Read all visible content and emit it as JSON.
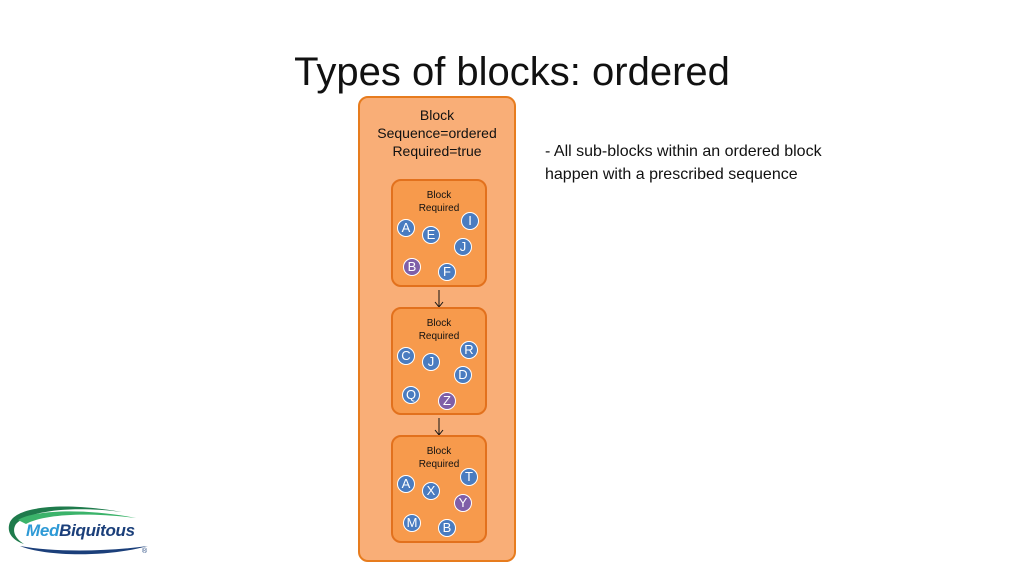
{
  "slide": {
    "title": "Types of blocks: ordered",
    "description": "- All sub-blocks within an ordered block happen with a prescribed sequence"
  },
  "outer_block": {
    "line1": "Block",
    "line2": "Sequence=ordered",
    "line3": "Required=true"
  },
  "colors": {
    "outer_fill": "#f9ae77",
    "inner_fill": "#f79a4c",
    "border": "#e77c1e",
    "circle_blue": "#4a7cc0",
    "circle_purple": "#7f5fa8"
  },
  "sub_blocks": [
    {
      "line1": "Block",
      "line2": "Required",
      "items": [
        {
          "letter": "A",
          "color": "blue"
        },
        {
          "letter": "E",
          "color": "blue"
        },
        {
          "letter": "I",
          "color": "blue"
        },
        {
          "letter": "J",
          "color": "blue"
        },
        {
          "letter": "B",
          "color": "purple"
        },
        {
          "letter": "F",
          "color": "blue"
        }
      ]
    },
    {
      "line1": "Block",
      "line2": "Required",
      "items": [
        {
          "letter": "C",
          "color": "blue"
        },
        {
          "letter": "J",
          "color": "blue"
        },
        {
          "letter": "R",
          "color": "blue"
        },
        {
          "letter": "D",
          "color": "blue"
        },
        {
          "letter": "Q",
          "color": "blue"
        },
        {
          "letter": "Z",
          "color": "purple"
        }
      ]
    },
    {
      "line1": "Block",
      "line2": "Required",
      "items": [
        {
          "letter": "A",
          "color": "blue"
        },
        {
          "letter": "X",
          "color": "blue"
        },
        {
          "letter": "T",
          "color": "blue"
        },
        {
          "letter": "Y",
          "color": "purple"
        },
        {
          "letter": "M",
          "color": "blue"
        },
        {
          "letter": "B",
          "color": "blue"
        }
      ]
    }
  ],
  "logo": {
    "part1": "Med",
    "part2": "Biquitous",
    "mark": "®"
  }
}
